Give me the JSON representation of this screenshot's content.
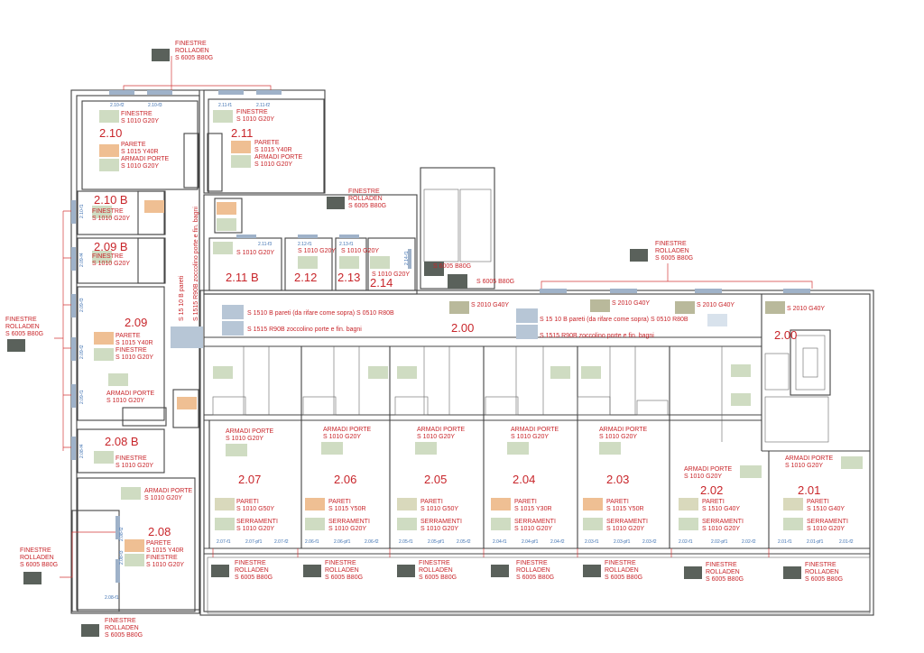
{
  "colors": {
    "label_red": "#c8252a",
    "dark_grey": "#5a615b",
    "light_green": "#cfdcc2",
    "peach": "#efbf93",
    "blue_grey": "#b7c6d6",
    "olive": "#b9b99b",
    "tiny_blue": "#3c6fb0"
  },
  "notes": [
    {
      "id": "n_top",
      "lines": [
        "FINESTRE",
        "ROLLADEN",
        "S 6005 B80G"
      ],
      "swatch": "dark"
    },
    {
      "id": "n_left",
      "lines": [
        "FINESTRE",
        "ROLLADEN",
        "S 6005 B80G"
      ],
      "swatch": "dark"
    },
    {
      "id": "n_blL",
      "lines": [
        "FINESTRE",
        "ROLLADEN",
        "S 6005 B80G"
      ],
      "swatch": "dark"
    },
    {
      "id": "n_bot",
      "lines": [
        "FINESTRE",
        "ROLLADEN",
        "S 6005 B80G"
      ],
      "swatch": "dark"
    },
    {
      "id": "n_mid",
      "lines": [
        "FINESTRE",
        "ROLLADEN",
        "S 6005 B80G"
      ],
      "swatch": "dark"
    },
    {
      "id": "n_right",
      "lines": [
        "FINESTRE",
        "ROLLADEN",
        "S 6005 B80G"
      ],
      "swatch": "dark"
    },
    {
      "id": "n_stair1",
      "lines": [
        "S 6005 B80G"
      ],
      "swatch": "dark"
    },
    {
      "id": "n_stair2",
      "lines": [
        "S 6005 B80G"
      ],
      "swatch": "dark"
    }
  ],
  "rooms": [
    {
      "id": "r210",
      "number": "2.10",
      "labels": [
        [
          "FINESTRE",
          "S 1010 G20Y"
        ],
        [
          "PARETE",
          "S 1015 Y40R"
        ],
        [
          "ARMADI PORTE",
          "S 1010 G20Y"
        ]
      ]
    },
    {
      "id": "r211",
      "number": "2.11",
      "labels": [
        [
          "FINESTRE",
          "S 1010 G20Y"
        ],
        [
          "PARETE",
          "S 1015 Y40R"
        ],
        [
          "ARMADI PORTE",
          "S 1010 G20Y"
        ]
      ]
    },
    {
      "id": "r210b",
      "number": "2.10 B",
      "labels": [
        [
          "FINESTRE",
          "S 1010 G20Y"
        ]
      ]
    },
    {
      "id": "r209b",
      "number": "2.09 B",
      "labels": [
        [
          "FINESTRE",
          "S 1010 G20Y"
        ]
      ]
    },
    {
      "id": "r209",
      "number": "2.09",
      "labels": [
        [
          "PARETE",
          "S 1015 Y40R"
        ],
        [
          "FINESTRE",
          "S 1010 G20Y"
        ],
        [
          "ARMADI PORTE",
          "S 1010 G20Y"
        ]
      ]
    },
    {
      "id": "r208b",
      "number": "2.08 B",
      "labels": [
        [
          "FINESTRE",
          "S 1010 G20Y"
        ]
      ]
    },
    {
      "id": "r208",
      "number": "2.08",
      "labels": [
        [
          "ARMADI PORTE",
          "S 1010 G20Y"
        ],
        [
          "PARETE",
          "S 1015 Y40R"
        ],
        [
          "FINESTRE",
          "S 1010 G20Y"
        ]
      ]
    },
    {
      "id": "r211b",
      "number": "2.11 B",
      "labels": [
        [
          "S 1010 G20Y"
        ]
      ]
    },
    {
      "id": "r212",
      "number": "2.12",
      "labels": [
        [
          "S 1010 G20Y"
        ]
      ]
    },
    {
      "id": "r213",
      "number": "2.13",
      "labels": [
        [
          "S 1010 G20Y"
        ]
      ]
    },
    {
      "id": "r214",
      "number": "2.14",
      "labels": [
        [
          "S 1010 G20Y"
        ]
      ]
    },
    {
      "id": "r207",
      "number": "2.07",
      "labels": [
        [
          "ARMADI PORTE",
          "S 1010 G20Y"
        ],
        [
          "PARETI",
          "S 1010 G50Y"
        ],
        [
          "SERRAMENTI",
          "S 1010 G20Y"
        ],
        [
          "FINESTRE",
          "ROLLADEN",
          "S 6005 B80G"
        ]
      ]
    },
    {
      "id": "r206",
      "number": "2.06",
      "labels": [
        [
          "ARMADI PORTE",
          "S 1010 G20Y"
        ],
        [
          "PARETI",
          "S 1015 Y50R"
        ],
        [
          "SERRAMENTI",
          "S 1010 G20Y"
        ],
        [
          "FINESTRE",
          "ROLLADEN",
          "S 6005 B80G"
        ]
      ]
    },
    {
      "id": "r205",
      "number": "2.05",
      "labels": [
        [
          "ARMADI PORTE",
          "S 1010 G20Y"
        ],
        [
          "PARETI",
          "S 1010 G50Y"
        ],
        [
          "SERRAMENTI",
          "S 1010 G20Y"
        ],
        [
          "FINESTRE",
          "ROLLADEN",
          "S 6005 B80G"
        ]
      ]
    },
    {
      "id": "r204",
      "number": "2.04",
      "labels": [
        [
          "ARMADI PORTE",
          "S 1010 G20Y"
        ],
        [
          "PARETI",
          "S 1015 Y30R"
        ],
        [
          "SERRAMENTI",
          "S 1010 G20Y"
        ],
        [
          "FINESTRE",
          "ROLLADEN",
          "S 6005 B80G"
        ]
      ]
    },
    {
      "id": "r203",
      "number": "2.03",
      "labels": [
        [
          "ARMADI PORTE",
          "S 1010 G20Y"
        ],
        [
          "PARETI",
          "S 1015 Y50R"
        ],
        [
          "SERRAMENTI",
          "S 1010 G20Y"
        ],
        [
          "FINESTRE",
          "ROLLADEN",
          "S 6005 B80G"
        ]
      ]
    },
    {
      "id": "r202",
      "number": "2.02",
      "labels": [
        [
          "ARMADI PORTE",
          "S 1010 G20Y"
        ],
        [
          "PARETI",
          "S 1510 G40Y"
        ],
        [
          "SERRAMENTI",
          "S 1010 G20Y"
        ],
        [
          "FINESTRE",
          "ROLLADEN",
          "S 6005 B80G"
        ]
      ]
    },
    {
      "id": "r201",
      "number": "2.01",
      "labels": [
        [
          "ARMADI PORTE",
          "S 1010 G20Y"
        ],
        [
          "PARETI",
          "S 1510 G40Y"
        ],
        [
          "SERRAMENTI",
          "S 1010 G20Y"
        ],
        [
          "FINESTRE",
          "ROLLADEN",
          "S 6005 B80G"
        ]
      ]
    }
  ],
  "corridor": {
    "number": "2.00",
    "number2": "2.00",
    "corr_swatches": [
      "S 2010 G40Y",
      "S 2010 G40Y",
      "S 2010 G40Y",
      "S 2010 G40Y"
    ],
    "note1": "S 1510 B  pareti (da rifare come sopra) S 0510 R80B",
    "note2": "S 1515 R90B zoccolino porte e fin. bagni",
    "note3": "S 15 10 B pareti (da rifare come sopra) S 0510 R80B",
    "note4": "S 1515 R90B zoccolino porte e fin. bagni",
    "vertical1": "S 15 10 B pareti",
    "vertical2": "S 1515 R90B zoccolino porte e fin. bagni"
  },
  "window_tags": [
    "2.10-f2",
    "2.10-f3",
    "2.11-f1",
    "2.11-f2",
    "2.10-f1",
    "2.09-f4",
    "2.09-f3",
    "2.09-f2",
    "2.09-f1",
    "2.08-f4",
    "2.08-f3",
    "2.08-f2",
    "2.08-f1",
    "2.11-f3",
    "2.12-f1",
    "2.13-f1",
    "2.14-f1",
    "2.07-f1",
    "2.07-pf1",
    "2.07-f2",
    "2.06-f1",
    "2.06-pf1",
    "2.06-f2",
    "2.05-f1",
    "2.05-pf1",
    "2.05-f2",
    "2.04-f1",
    "2.04-pf1",
    "2.04-f2",
    "2.03-f1",
    "2.03-pf1",
    "2.03-f2",
    "2.02-f1",
    "2.02-pf1",
    "2.02-f2",
    "2.01-f1",
    "2.01-pf1",
    "2.01-f2"
  ]
}
